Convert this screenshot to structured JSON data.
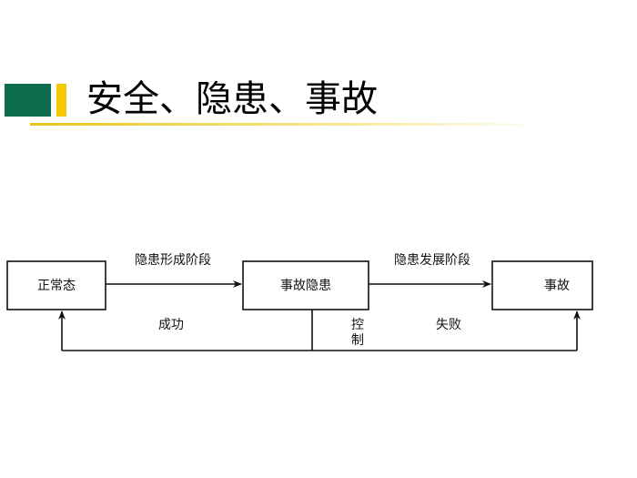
{
  "slide": {
    "title": "安全、隐患、事故"
  },
  "diagram": {
    "nodes": [
      "正常态",
      "事故隐患",
      "事故"
    ],
    "edges": {
      "formation": "隐患形成阶段",
      "development": "隐患发展阶段",
      "success": "成功",
      "control_1": "控",
      "control_2": "制",
      "failure": "失败"
    }
  }
}
